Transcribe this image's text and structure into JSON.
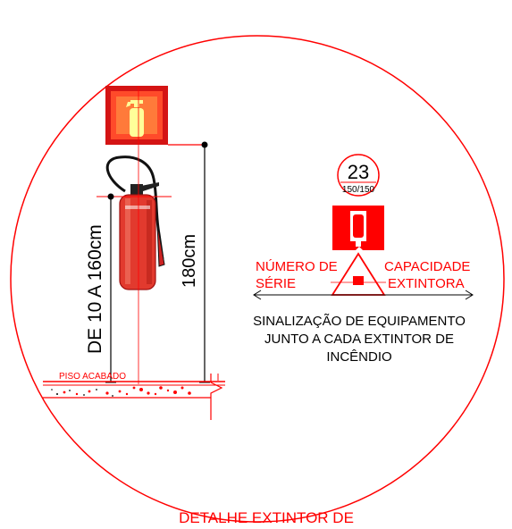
{
  "colors": {
    "red": "#ff0000",
    "dark_red": "#e01010",
    "sign_glow": "#ffff99",
    "black": "#000000",
    "extinguisher": "#e23a2e"
  },
  "icons": {
    "wall_sign": "fire-extinguisher-sign-icon",
    "extinguisher": "fire-extinguisher-icon",
    "floor_sign": "fire-extinguisher-sign-icon"
  },
  "labels": {
    "mount_height": "DE 10 A 160cm",
    "sign_height": "180cm",
    "floor_label": "PISO ACABADO",
    "badge_number": "23",
    "badge_sub": "150/150",
    "serial_line1": "NÚMERO DE",
    "serial_line2": "SÉRIE",
    "capacity_line1": "CAPACIDADE",
    "capacity_line2": "EXTINTORA",
    "note_line1": "SINALIZAÇÃO DE EQUIPAMENTO",
    "note_line2": "JUNTO A CADA EXTINTOR DE",
    "note_line3": "INCÊNDIO",
    "title": "DETALHE EXTINTOR DE"
  }
}
